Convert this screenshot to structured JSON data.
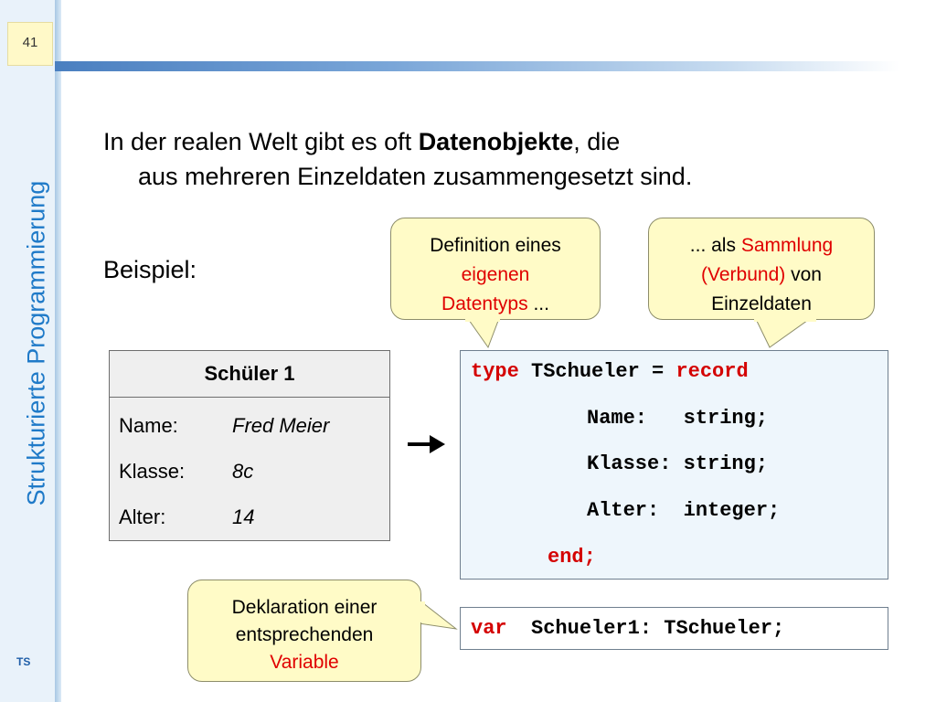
{
  "page_number": "41",
  "vertical_title": "Strukturierte Programmierung",
  "footer_label": "TS",
  "intro": {
    "line1_pre": "In der realen Welt gibt es oft ",
    "line1_bold": "Datenobjekte",
    "line1_post": ", die",
    "line2": "aus mehreren Einzeldaten zusammengesetzt sind."
  },
  "beispiel_label": "Beispiel:",
  "bubble_definition": {
    "l1": "Definition eines",
    "l2": "eigenen",
    "l3a": "Datentyps",
    "l3b": " ..."
  },
  "bubble_sammlung": {
    "l1a": "... als ",
    "l1b": "Sammlung",
    "l2a": "(Verbund)",
    "l2b": " von",
    "l3": "Einzeldaten"
  },
  "bubble_deklaration": {
    "l1": "Deklaration einer",
    "l2": "entsprechenden",
    "l3": "Variable"
  },
  "student_table": {
    "header": "Schüler 1",
    "rows": [
      {
        "label": "Name:",
        "value": "Fred Meier"
      },
      {
        "label": "Klasse:",
        "value": "8c"
      },
      {
        "label": "Alter:",
        "value": "14"
      }
    ]
  },
  "code": {
    "kw_type": "type",
    "type_decl": " TSchueler = ",
    "kw_record": "record",
    "field1": "Name:   string;",
    "field2": "Klasse: string;",
    "field3": "Alter:  integer;",
    "kw_end": "end;"
  },
  "var_decl": {
    "kw_var": "var",
    "rest": "  Schueler1: TSchueler;"
  },
  "colors": {
    "accent_blue": "#1f7ac8",
    "keyword_red": "#d40000",
    "bubble_fill": "#fffbc7",
    "code_bg": "#eef6fc"
  }
}
